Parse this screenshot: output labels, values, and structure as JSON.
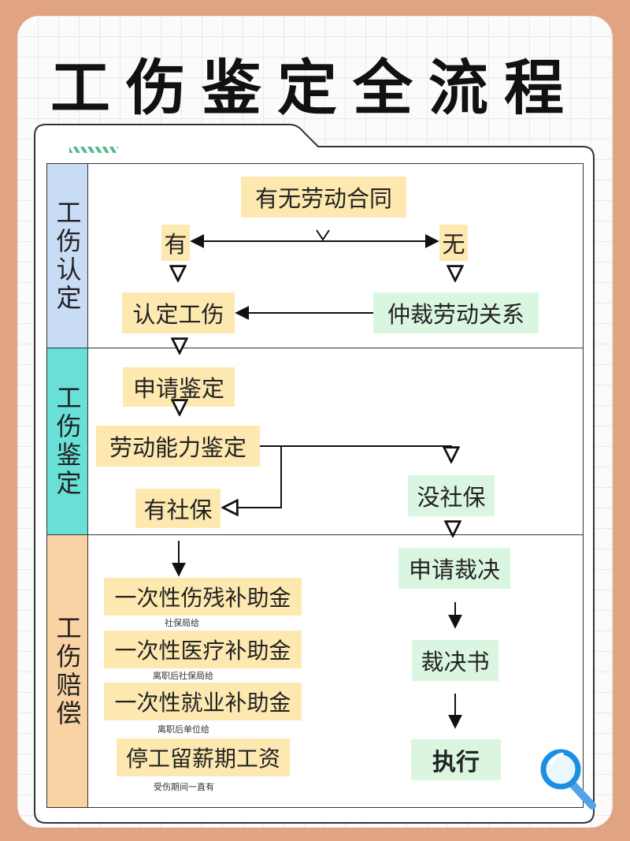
{
  "title": "工伤鉴定全流程",
  "sections": [
    {
      "label": "工伤认定",
      "color": "#c9dcf6"
    },
    {
      "label": "工伤鉴定",
      "color": "#68e0d8"
    },
    {
      "label": "工伤赔偿",
      "color": "#f9d3a4"
    }
  ],
  "nodes": {
    "contract": "有无劳动合同",
    "yes": "有",
    "no": "无",
    "recognize": "认定工伤",
    "arbitrate_relation": "仲裁劳动关系",
    "apply_appraisal": "申请鉴定",
    "ability_appraisal": "劳动能力鉴定",
    "has_insurance": "有社保",
    "no_insurance": "没社保",
    "disability_subsidy": "一次性伤残补助金",
    "medical_subsidy": "一次性医疗补助金",
    "employment_subsidy": "一次性就业补助金",
    "wage": "停工留薪期工资",
    "apply_ruling": "申请裁决",
    "ruling": "裁决书",
    "execute": "执行"
  },
  "notes": {
    "disability": "社保局给",
    "medical": "离职后社保局给",
    "employment": "离职后单位给",
    "wage": "受伤期间一直有"
  },
  "colors": {
    "background": "#e0a482",
    "yellow_box": "#fde9b0",
    "green_box": "#dbf6e0"
  },
  "icons": [
    "folder-icon",
    "magnifier-icon"
  ]
}
